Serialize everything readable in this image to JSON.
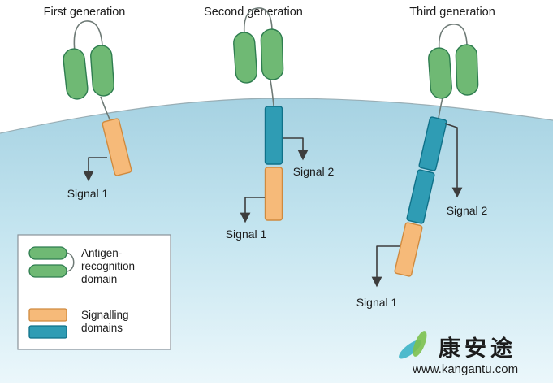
{
  "figure": {
    "type": "schematic-diagram",
    "subject": "Generations of chimeric antigen receptors"
  },
  "generations": [
    {
      "title": "First generation",
      "signal1": "Signal 1"
    },
    {
      "title": "Second generation",
      "signal2": "Signal 2",
      "signal1": "Signal 1"
    },
    {
      "title": "Third generation",
      "signal2": "Signal 2",
      "signal1": "Signal 1"
    }
  ],
  "legend": {
    "antigen_lines": [
      "Antigen-",
      "recognition",
      "domain"
    ],
    "signalling_lines": [
      "Signalling",
      "domains"
    ]
  },
  "watermark": {
    "brand": "康安途",
    "url": "www.kangantu.com"
  },
  "colors": {
    "antigen_green": "#6fb974",
    "antigen_green_border": "#2e7d4f",
    "signalling_orange": "#f6ba79",
    "signalling_orange_border": "#d08a3e",
    "signalling_teal": "#2f9cb4",
    "signalling_teal_border": "#0f7189",
    "cell_gradient_top": "#a6d2e2",
    "cell_gradient_mid": "#c3e4ef",
    "cell_gradient_bottom": "#ebf7fb",
    "membrane_line": "#93a7ae",
    "arrow": "#3d3d3d",
    "loop_line": "#6e7a76",
    "legend_border": "#8a9299",
    "watermark_brand": "#2ea583",
    "watermark_url": "#71c8da",
    "watermark_leaf_teal": "#3db4c6",
    "watermark_leaf_green": "#7cc14e"
  }
}
